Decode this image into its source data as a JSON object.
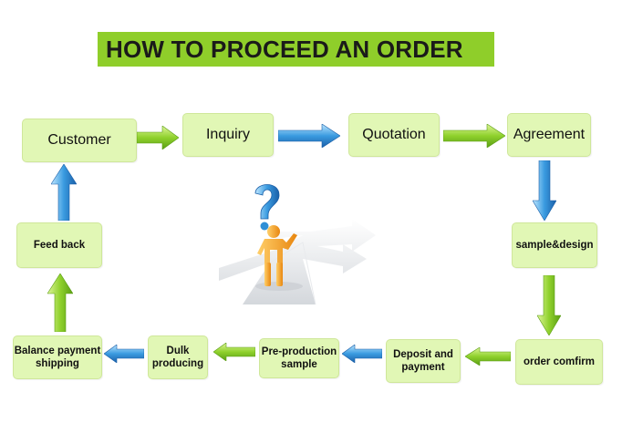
{
  "title": "HOW TO PROCEED AN ORDER",
  "steps": {
    "customer": "Customer",
    "inquiry": "Inquiry",
    "quotation": "Quotation",
    "agreement": "Agreement",
    "sample_design": "sample&design",
    "order_confirm": "order comfirm",
    "deposit_line1": "Deposit and",
    "deposit_line2": "payment",
    "preproduction_line1": "Pre-production",
    "preproduction_line2": "sample",
    "dulk_line1": "Dulk",
    "dulk_line2": "producing",
    "balance_line1": "Balance payment",
    "balance_line2": "shipping",
    "feedback": "Feed back"
  },
  "colors": {
    "title_bg": "#8fce2a",
    "box_bg": "#e1f7b5",
    "arrow_green": "#7cc22a",
    "arrow_blue": "#2f8fd6"
  }
}
